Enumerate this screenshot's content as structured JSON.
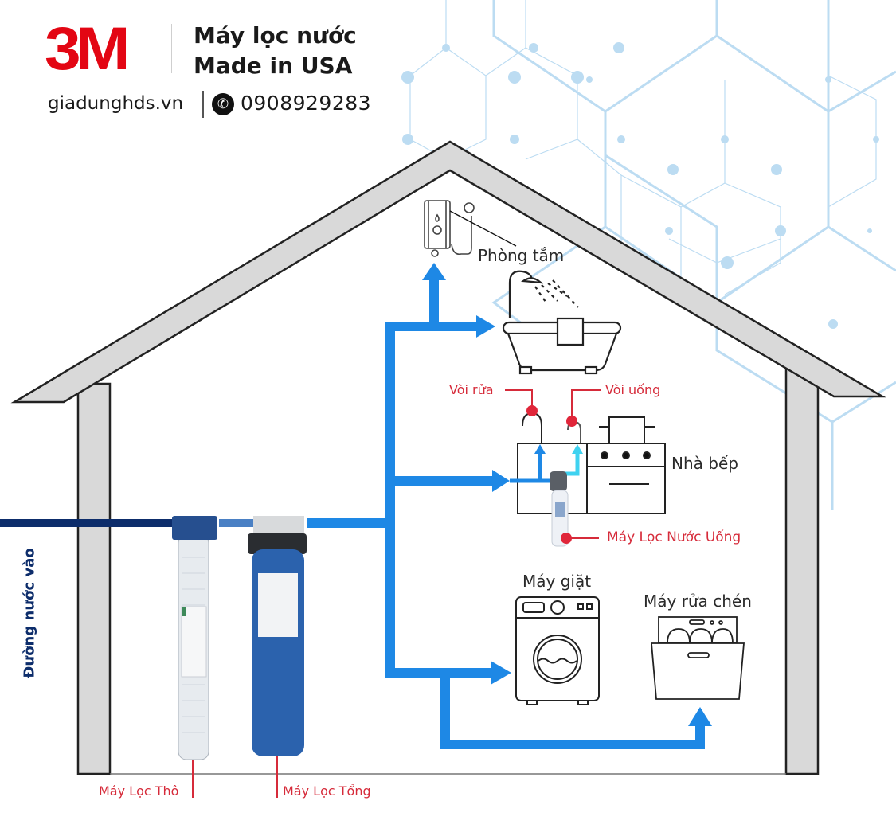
{
  "header": {
    "brand": "3M",
    "title_line1": "Máy lọc nước",
    "title_line2": "Made in USA",
    "website": "giadunghds.vn",
    "phone_icon": "phone-icon",
    "phone": "0908929283"
  },
  "colors": {
    "brand_red": "#e30613",
    "pipe_main": "#1e88e5",
    "pipe_inlet": "#0d2d6b",
    "pipe_cyan": "#3fd2f0",
    "label_red": "#d62b3a",
    "wall_fill": "#d9d9d9",
    "hex_blue": "#bcdcf2"
  },
  "diagram": {
    "inlet_label": "Đường nước vào",
    "rooms": {
      "bathroom": "Phòng tắm",
      "kitchen": "Nhà bếp",
      "washing_machine": "Máy giặt",
      "dishwasher": "Máy rửa chén"
    },
    "callouts": {
      "wash_faucet": "Vòi rửa",
      "drink_faucet": "Vòi uống",
      "drinking_filter": "Máy Lọc Nước Uống",
      "coarse_filter": "Máy Lọc Thô",
      "whole_house_filter": "Máy Lọc Tổng"
    },
    "icons": [
      "water-heater-icon",
      "bathtub-icon",
      "shower-icon",
      "kitchen-sink-icon",
      "stove-icon",
      "washing-machine-icon",
      "dishwasher-icon",
      "water-filter-icon"
    ]
  }
}
